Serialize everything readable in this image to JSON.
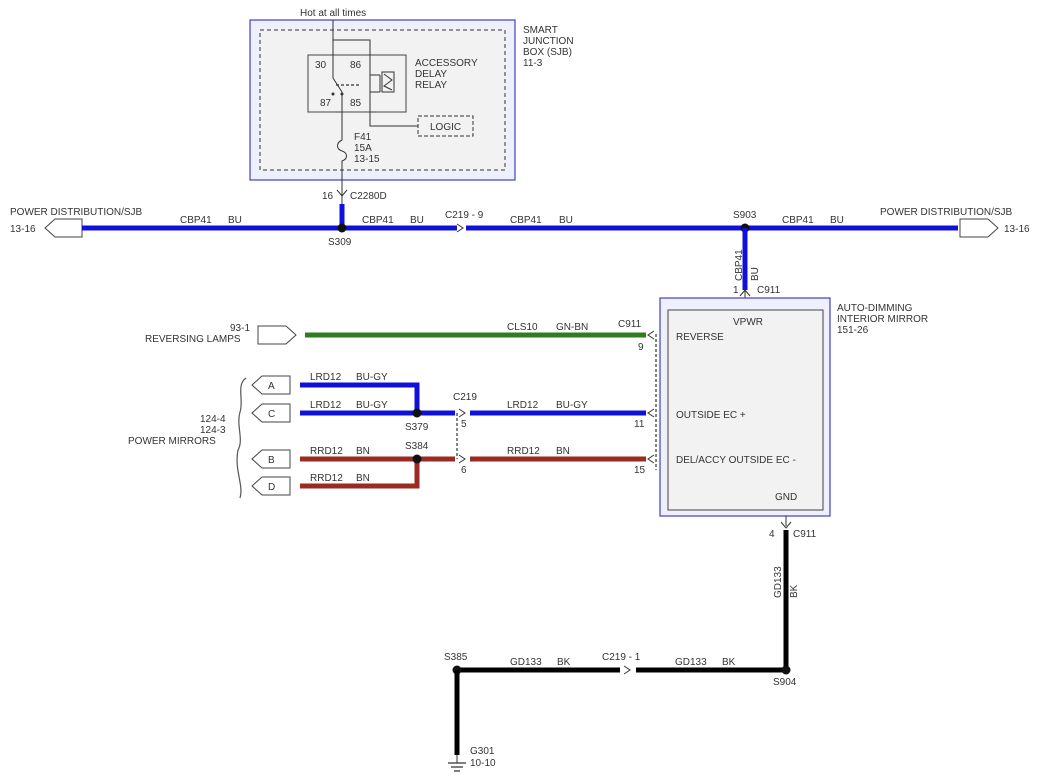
{
  "sjb": {
    "hot_label": "Hot at all times",
    "title_lines": [
      "SMART",
      "JUNCTION",
      "BOX (SJB)",
      "11-3"
    ],
    "relay_lines": [
      "ACCESSORY",
      "DELAY",
      "RELAY"
    ],
    "pin_30": "30",
    "pin_86": "86",
    "pin_87": "87",
    "pin_85": "85",
    "logic": "LOGIC",
    "fuse_lines": [
      "F41",
      "15A",
      "13-15"
    ],
    "pin_16": "16",
    "conn_c2280d": "C2280D"
  },
  "power_dist_left": {
    "label": "POWER DISTRIBUTION/SJB",
    "ref": "13-16"
  },
  "power_dist_right": {
    "label": "POWER DISTRIBUTION/SJB",
    "ref": "13-16"
  },
  "splices": {
    "s309": "S309",
    "s903": "S903",
    "s379": "S379",
    "s384": "S384",
    "s385": "S385",
    "s904": "S904"
  },
  "top_wire": {
    "seg1_circuit": "CBP41",
    "seg1_color": "BU",
    "seg2_circuit": "CBP41",
    "seg2_color": "BU",
    "conn_c219": "C219 - 9",
    "seg3_circuit": "CBP41",
    "seg3_color": "BU",
    "seg4_circuit": "CBP41",
    "seg4_color": "BU"
  },
  "vert_wire": {
    "circuit": "CBP41",
    "color": "BU",
    "pin": "1",
    "conn": "C911"
  },
  "mirror": {
    "title_lines": [
      "AUTO-DIMMING",
      "INTERIOR MIRROR",
      "151-26"
    ],
    "vpwr": "VPWR",
    "reverse": "REVERSE",
    "outside_ec": "OUTSIDE EC +",
    "del_accy": "DEL/ACCY OUTSIDE EC -",
    "gnd": "GND"
  },
  "reversing": {
    "ref": "93-1",
    "label": "REVERSING LAMPS",
    "circuit": "CLS10",
    "color": "GN-BN",
    "conn": "C911",
    "pin": "9"
  },
  "power_mirrors": {
    "refs": [
      "124-4",
      "124-3"
    ],
    "label": "POWER MIRRORS",
    "conn_a": "A",
    "conn_c": "C",
    "conn_b": "B",
    "conn_d": "D",
    "a_circuit": "LRD12",
    "a_color": "BU-GY",
    "c_circuit": "LRD12",
    "c_color": "BU-GY",
    "b_circuit": "RRD12",
    "b_color": "BN",
    "d_circuit": "RRD12",
    "d_color": "BN",
    "c219": "C219",
    "pin_5": "5",
    "pin_6": "6",
    "ec_circuit": "LRD12",
    "ec_color": "BU-GY",
    "pin_11": "11",
    "del_circuit": "RRD12",
    "del_color": "BN",
    "pin_15": "15"
  },
  "ground": {
    "pin": "4",
    "conn": "C911",
    "vert_circuit": "GD133",
    "vert_color": "BK",
    "h1_circuit": "GD133",
    "h1_color": "BK",
    "conn_c219": "C219 - 1",
    "h2_circuit": "GD133",
    "h2_color": "BK",
    "g301": "G301",
    "g301_ref": "10-10"
  },
  "colors": {
    "blue": "#1010dd",
    "green": "#2e7d1e",
    "brown": "#9b2a22",
    "black": "#000000"
  }
}
